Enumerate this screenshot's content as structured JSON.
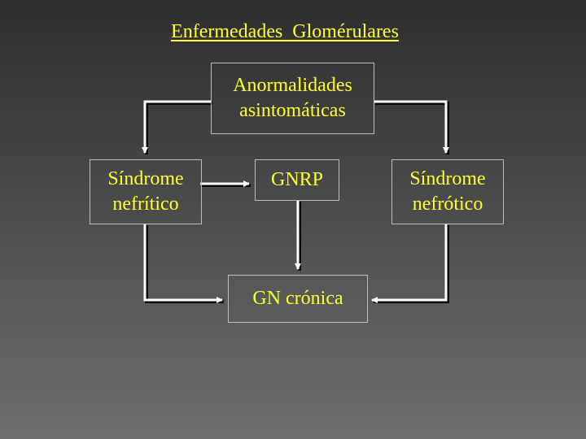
{
  "title": "Enfermedades  Glomérulares",
  "nodes": {
    "asintomaticas": {
      "line1": "Anormalidades",
      "line2": "asintomáticas"
    },
    "nefritico": {
      "line1": "Síndrome",
      "line2": "nefrítico"
    },
    "gnrp": {
      "line1": "GNRP"
    },
    "nefrotico": {
      "line1": "Síndrome",
      "line2": "nefrótico"
    },
    "cronica": {
      "line1": "GN crónica"
    }
  },
  "colors": {
    "text": "#ffff33",
    "border": "#bdbdbd",
    "arrow": "#ffffff",
    "arrow_shadow": "#000000"
  },
  "edges": [
    {
      "from": "Anormalidades asintomáticas",
      "to": "Síndrome nefrítico"
    },
    {
      "from": "Anormalidades asintomáticas",
      "to": "Síndrome nefrótico"
    },
    {
      "from": "Síndrome nefrítico",
      "to": "GNRP"
    },
    {
      "from": "GNRP",
      "to": "GN crónica"
    },
    {
      "from": "Síndrome nefrítico",
      "to": "GN crónica"
    },
    {
      "from": "Síndrome nefrótico",
      "to": "GN crónica"
    }
  ]
}
